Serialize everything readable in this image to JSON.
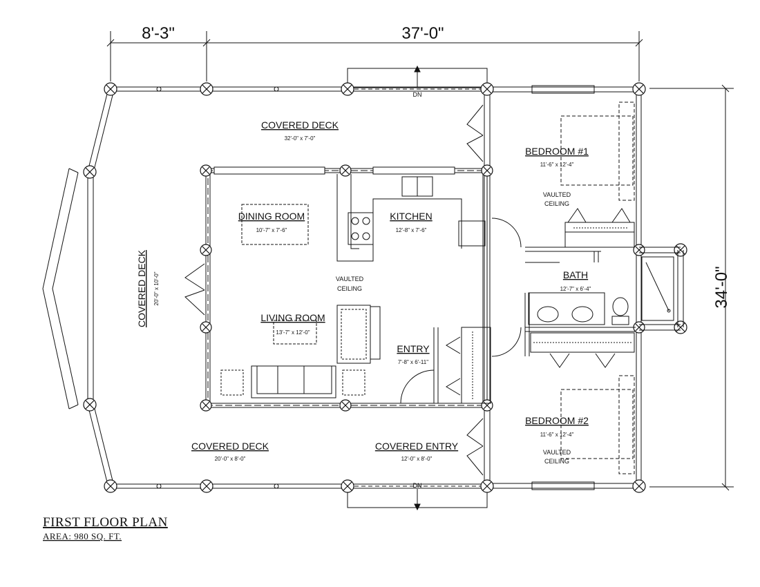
{
  "dimensions": {
    "top_left": "8'-3\"",
    "top_main": "37'-0\"",
    "right": "34'-0\""
  },
  "rooms": {
    "covered_deck_top": {
      "name": "COVERED DECK",
      "size": "32'-0\" x 7'-0\""
    },
    "covered_deck_left": {
      "name": "COVERED DECK",
      "size": "20'-0\" x 10'-0\""
    },
    "covered_deck_bottom": {
      "name": "COVERED DECK",
      "size": "20'-0\" x 8'-0\""
    },
    "covered_entry": {
      "name": "COVERED ENTRY",
      "size": "12'-0\" x 8'-0\""
    },
    "dining": {
      "name": "DINING ROOM",
      "size": "10'-7\" x 7'-6\""
    },
    "kitchen": {
      "name": "KITCHEN",
      "size": "12'-8\" x 7'-6\""
    },
    "living": {
      "name": "LIVING ROOM",
      "size": "13'-7\" x 12'-0\""
    },
    "entry": {
      "name": "ENTRY",
      "size": "7'-8\" x 6'-11\""
    },
    "bath": {
      "name": "BATH",
      "size": "12'-7\" x 6'-4\""
    },
    "bedroom1": {
      "name": "BEDROOM #1",
      "size": "11'-6\" x 12'-4\""
    },
    "bedroom2": {
      "name": "BEDROOM #2",
      "size": "11'-6\" x 12'-4\""
    }
  },
  "notes": {
    "vaulted": "VAULTED",
    "ceiling": "CEILING",
    "dn": "DN"
  },
  "title": {
    "main": "FIRST FLOOR PLAN",
    "area": "AREA: 980 SQ. FT."
  }
}
